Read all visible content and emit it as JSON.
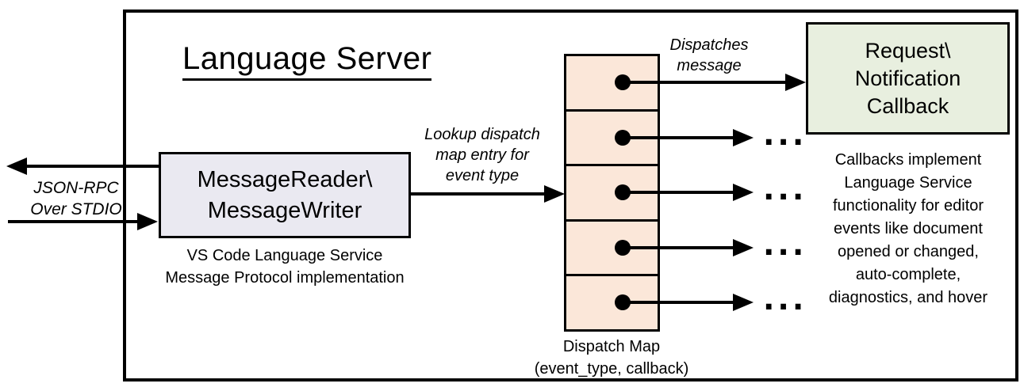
{
  "diagram": {
    "title": "Language Server",
    "nodes": {
      "message_reader": {
        "label_line1": "MessageReader\\",
        "label_line2": "MessageWriter",
        "caption_line1": "VS Code Language Service",
        "caption_line2": "Message Protocol implementation"
      },
      "dispatch_map": {
        "caption_line1": "Dispatch Map",
        "caption_line2": "(event_type, callback)",
        "cell_count": 5
      },
      "callback": {
        "label_line1": "Request\\",
        "label_line2": "Notification",
        "label_line3": "Callback"
      }
    },
    "labels": {
      "json_rpc": {
        "line1": "JSON-RPC",
        "line2": "Over STDIO"
      },
      "lookup": {
        "line1": "Lookup dispatch",
        "line2": "map entry for",
        "line3": "event type"
      },
      "dispatches": {
        "line1": "Dispatches",
        "line2": "message"
      },
      "callbacks_note": [
        "Callbacks implement",
        "Language Service",
        "functionality for editor",
        "events like document",
        "opened or changed,",
        "auto-complete,",
        "diagnostics, and hover"
      ],
      "ellipsis": "..."
    },
    "colors": {
      "reader_fill": "#EAE9F1",
      "map_fill": "#FBE7D9",
      "callback_fill": "#E8EFDF",
      "line": "#000000"
    }
  }
}
